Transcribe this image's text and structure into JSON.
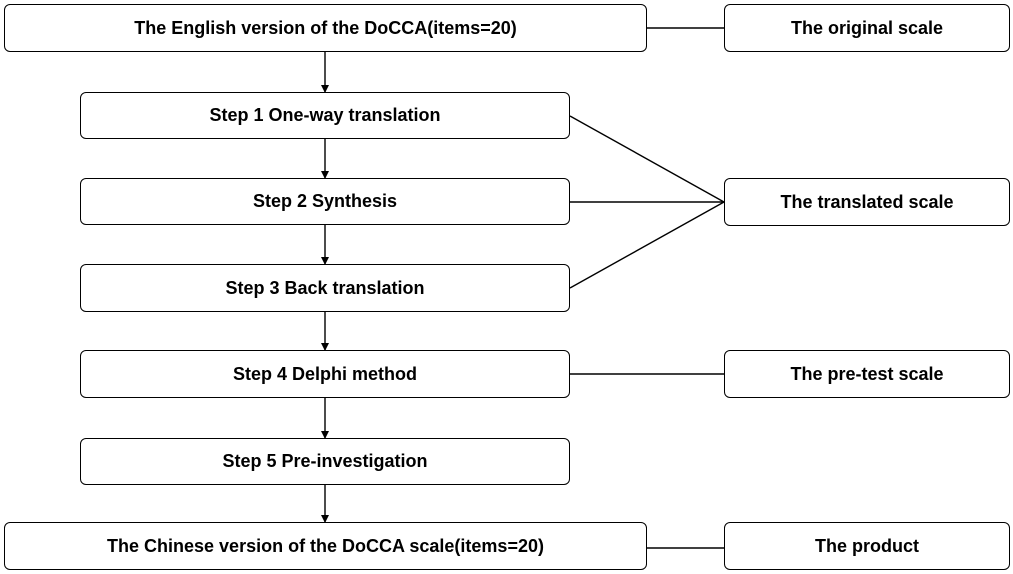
{
  "diagram": {
    "steps": {
      "source": "The English version of the DoCCA(items=20)",
      "step1": "Step 1 One-way translation",
      "step2": "Step 2 Synthesis",
      "step3": "Step 3 Back translation",
      "step4": "Step 4 Delphi method",
      "step5": "Step 5 Pre-investigation",
      "result": "The Chinese version of the DoCCA scale(items=20)"
    },
    "outcomes": {
      "original": "The original scale",
      "translated": "The translated scale",
      "pretest": "The pre-test scale",
      "product": "The product"
    }
  }
}
